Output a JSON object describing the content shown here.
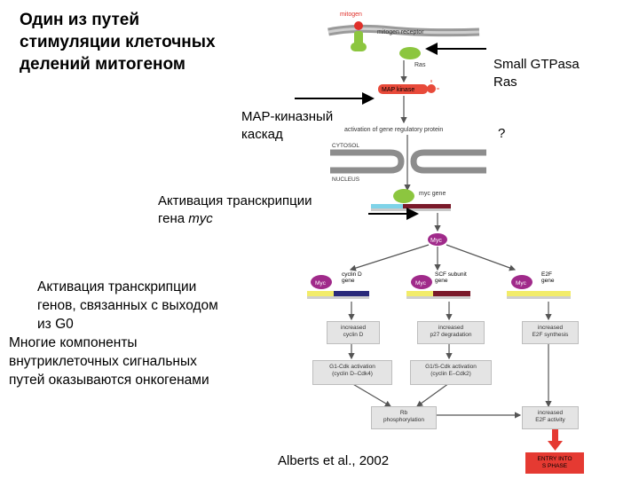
{
  "title": "Один из путей\nстимуляции клеточных\nделений митогеном",
  "labels": {
    "small_gtpase": "Small GTPasa\nRas",
    "question": "?",
    "map_cascade": "MAP-киназный\nкаскад",
    "myc_activation": "Активация транскрипции\nгена myc",
    "g0_genes": "Активация транскрипции\nгенов, связанных с выходом\nиз G0",
    "oncogenes": "Многие компоненты\nвнутриклеточных сигнальных\nпутей оказываются онкогенами",
    "citation": "Alberts et al., 2002"
  },
  "figure": {
    "mitogen": "mitogen",
    "mitogen_receptor": "mitogen receptor",
    "ras": "Ras",
    "map_kinase": "MAP kinase",
    "activation_text": "activation of gene regulatory protein",
    "cytosol": "CYTOSOL",
    "nucleus": "NUCLEUS",
    "myc_gene": "myc gene",
    "myc": "Myc",
    "cyclin_d_gene": "cyclin D\ngene",
    "scf_gene": "SCF subunit\ngene",
    "e2f_gene": "E2F\ngene",
    "increased_cyclin_d": "increased\ncyclin D",
    "increased_p27": "increased\np27 degradation",
    "increased_e2f_synthesis": "increased\nE2F synthesis",
    "g1_cdk": "G1-Cdk activation\n(cyclin D–Cdk4)",
    "g1s_cdk": "G1/S-Cdk activation\n(cyclin E–Cdk2)",
    "rb": "Rb\nphosphorylation",
    "increased_e2f_activity": "increased\nE2F activity",
    "entry": "ENTRY INTO\nS PHASE"
  },
  "colors": {
    "mitogen_red": "#e0302a",
    "receptor_green": "#8cc63f",
    "map_kinase_red": "#e84a3a",
    "myc_purple": "#a02a8a",
    "gene_blue": "#2a2a7a",
    "gene_maroon": "#7a1a2a",
    "gene_yellow": "#f2ec6a",
    "gene_cyan": "#7fd3e8",
    "box_gray": "#e4e4e4",
    "entry_red": "#e53a32"
  }
}
